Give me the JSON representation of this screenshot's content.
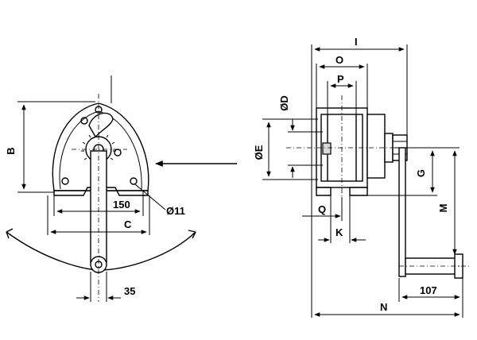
{
  "labels": {
    "B": "B",
    "d150": "150",
    "d11": "Ø11",
    "C": "C",
    "d35": "35",
    "I": "I",
    "O": "O",
    "P": "P",
    "D": "ØD",
    "E": "ØE",
    "G": "G",
    "M": "M",
    "Q": "Q",
    "K": "K",
    "d107": "107",
    "N": "N"
  }
}
